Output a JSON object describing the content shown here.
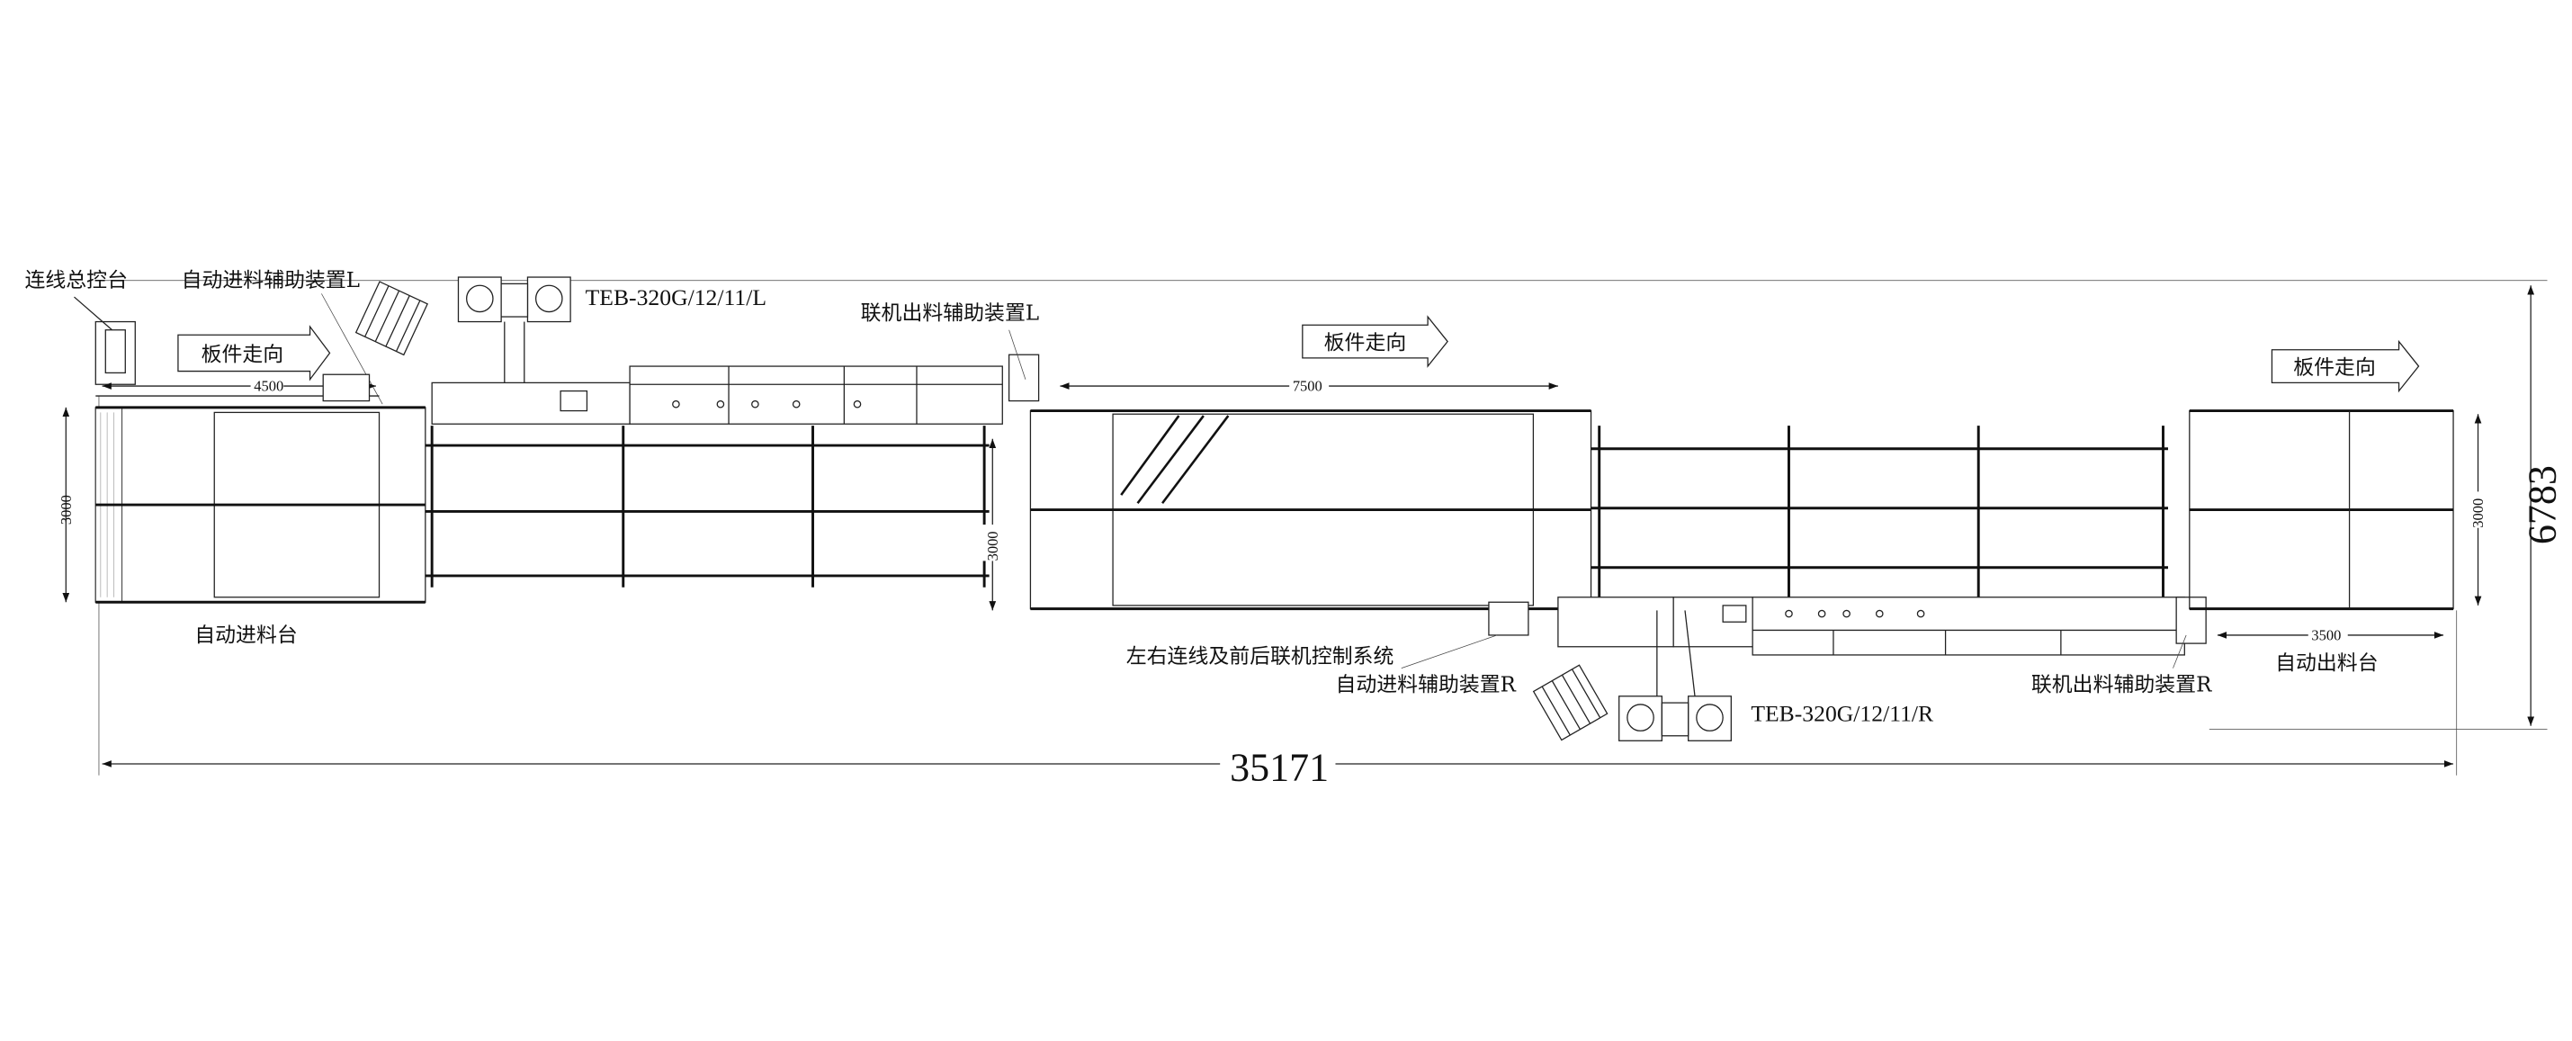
{
  "labels": {
    "master_console": "连线总控台",
    "auto_feed_aux_l": "自动进料辅助装置L",
    "machine_l": "TEB-320G/12/11/L",
    "outfeed_aux_l": "联机出料辅助装置L",
    "auto_feed_table": "自动进料台",
    "control_system": "左右连线及前后联机控制系统",
    "auto_feed_aux_r": "自动进料辅助装置R",
    "machine_r": "TEB-320G/12/11/R",
    "outfeed_aux_r": "联机出料辅助装置R",
    "auto_outfeed_table": "自动出料台",
    "flow_direction": "板件走向"
  },
  "dimensions": {
    "total_length": "35171",
    "total_width": "6783",
    "feed_table_width": "3000",
    "feed_table_length": "4500",
    "middle_table_length": "7500",
    "middle_table_width": "3000",
    "outfeed_table_width": "3000",
    "outfeed_table_length": "3500"
  }
}
